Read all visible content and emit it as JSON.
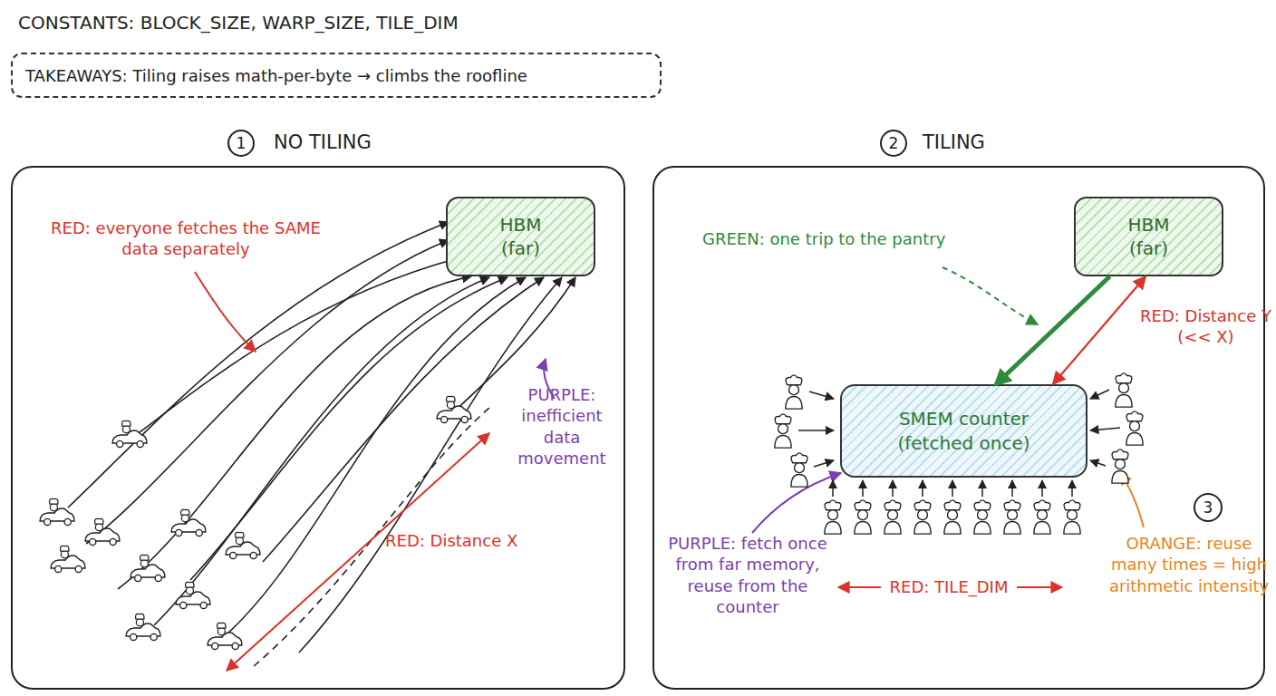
{
  "diagram": {
    "nodes": [
      {
        "text": [
          "TAKEAWAYS: Tiling raises math-per-byte → climbs the roofline"
        ]
      },
      {
        "text": [
          "1"
        ]
      },
      {
        "text": [
          "NO TILING"
        ]
      },
      {
        "text": [
          "HBM (far)"
        ],
        "in": 2
      },
      {
        "text": [
          "2"
        ]
      },
      {
        "text": [
          "TILING"
        ]
      },
      {
        "text": [
          "HBM (far)"
        ],
        "in": 5
      },
      {
        "text": [
          "SMEM counter (fetched once)"
        ],
        "in": 5
      },
      {
        "text": [
          "3"
        ],
        "in": 5
      }
    ],
    "edges": [
      {
        "from": 6,
        "to": 7,
        "arrow": "to"
      },
      {
        "from": 7,
        "to": 6,
        "arrow": "both",
        "label": "RED: Distance Y (<< X)"
      }
    ],
    "labels": [
      "CONSTANTS: BLOCK_SIZE, WARP_SIZE, TILE_DIM",
      "RED: everyone fetches the SAME data separately",
      "PURPLE: inefficient data movement",
      "RED: Distance X",
      "GREEN: one trip to the pantry",
      "PURPLE: fetch once from far memory, reuse from the counter",
      "RED: TILE_DIM",
      "ORANGE: reuse many times = high arithmetic intensity"
    ]
  }
}
